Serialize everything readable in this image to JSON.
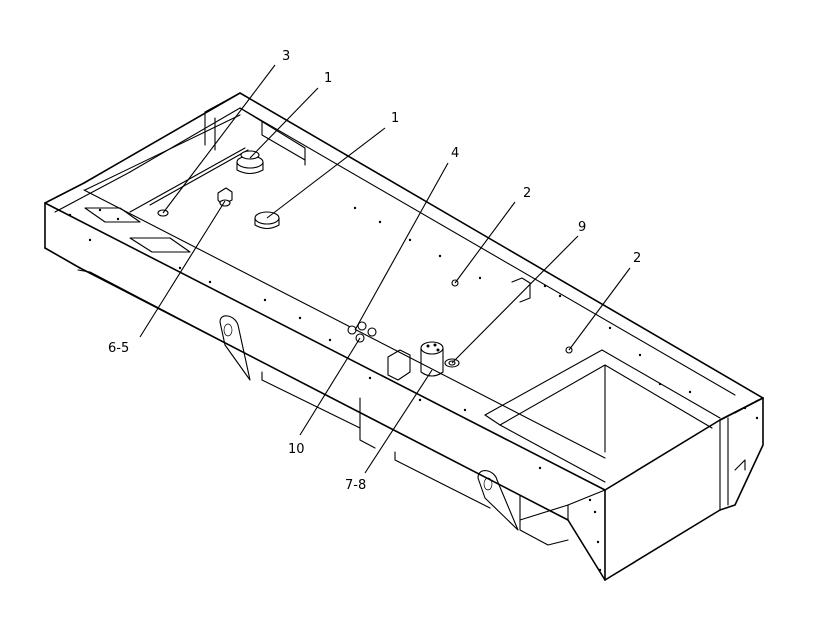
{
  "callouts": [
    {
      "id": "c3",
      "label": "3"
    },
    {
      "id": "c1a",
      "label": "1"
    },
    {
      "id": "c1b",
      "label": "1"
    },
    {
      "id": "c4",
      "label": "4"
    },
    {
      "id": "c2a",
      "label": "2"
    },
    {
      "id": "c9",
      "label": "9"
    },
    {
      "id": "c2b",
      "label": "2"
    },
    {
      "id": "c65",
      "label": "6-5"
    },
    {
      "id": "c10",
      "label": "10"
    },
    {
      "id": "c78",
      "label": "7-8"
    }
  ]
}
